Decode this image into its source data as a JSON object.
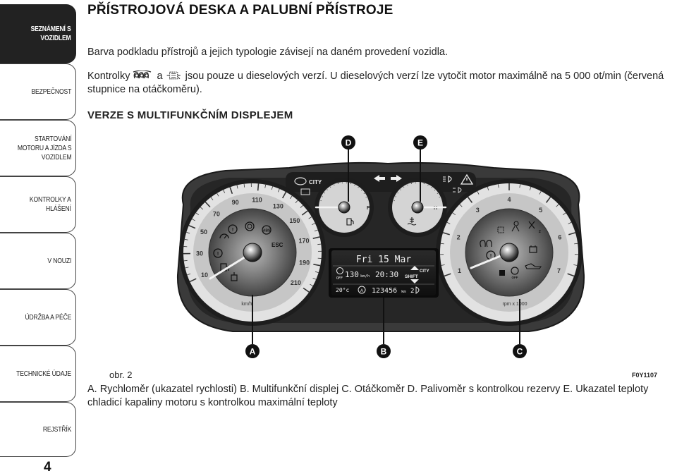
{
  "sidebar": {
    "items": [
      {
        "label": "SEZNÁMENÍ S\nVOZIDLEM",
        "active": true
      },
      {
        "label": "BEZPEČNOST",
        "active": false
      },
      {
        "label": "STARTOVÁNÍ\nMOTORU A JÍZDA S\nVOZIDLEM",
        "active": false
      },
      {
        "label": "KONTROLKY A\nHLÁŠENÍ",
        "active": false
      },
      {
        "label": "V NOUZI",
        "active": false
      },
      {
        "label": "ÚDRŽBA A PÉČE",
        "active": false
      },
      {
        "label": "TECHNICKÉ ÚDAJE",
        "active": false
      },
      {
        "label": "REJSTŘÍK",
        "active": false
      }
    ]
  },
  "page_number": "4",
  "title": "PŘÍSTROJOVÁ DESKA A PALUBNÍ PŘÍSTROJE",
  "intro": "Barva podkladu přístrojů a jejich typologie závisejí na daném provedení vozidla.",
  "diesel_note": {
    "part1": "Kontrolky",
    "part2": "a",
    "part3": "jsou pouze u dieselových verzí. U dieselových verzí lze vytočit motor maximálně na 5 000 ot/min (červená stupnice na otáčkoměru).",
    "icon_glow": "glow-plug-icon",
    "icon_filter": "diesel-filter-icon"
  },
  "subheading": "VERZE S MULTIFUNKČNÍM DISPLEJEM",
  "figure": {
    "callouts": {
      "a": "A",
      "b": "B",
      "c": "C",
      "d": "D",
      "e": "E"
    },
    "speedometer": {
      "ticks": [
        "10",
        "30",
        "50",
        "70",
        "90",
        "110",
        "130",
        "150",
        "170",
        "190",
        "210"
      ],
      "unit": "km/h",
      "esc": "ESC"
    },
    "tachometer": {
      "ticks": [
        "1",
        "2",
        "3",
        "4",
        "5",
        "6",
        "7"
      ],
      "unit": "rpm x 1000"
    },
    "fuel_gauge": {
      "full": "F"
    },
    "temp_gauge": {
      "hot": "H"
    },
    "city_top": "CITY",
    "display": {
      "date": "Fri 15 Mar",
      "speed": "130",
      "speed_unit": "km/h",
      "time": "20:30",
      "city": "CITY",
      "shift": "SHIFT",
      "temp": "20°c",
      "auto": "A",
      "odometer": "123456",
      "odo_unit": "km",
      "range": "2",
      "off_left": "OFF"
    },
    "off_right": "OFF",
    "label": "obr. 2",
    "code": "F0Y1107"
  },
  "caption": "A. Rychloměr (ukazatel rychlosti) B. Multifunkční displej C. Otáčkoměr D. Palivoměr s kontrolkou rezervy E. Ukazatel teploty chladicí kapaliny motoru s kontrolkou maximální teploty"
}
